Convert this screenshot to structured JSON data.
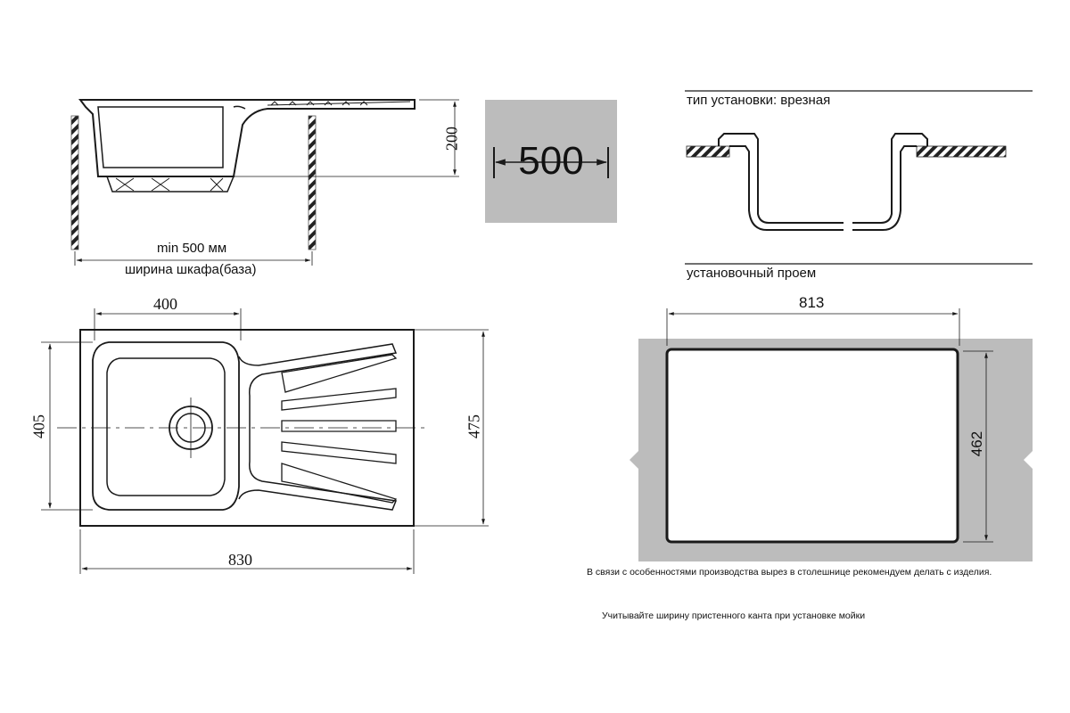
{
  "side_view": {
    "dim_height": "200",
    "cabinet_min": "min 500 мм",
    "cabinet_label": "ширина шкафа(база)"
  },
  "badge": {
    "value": "500"
  },
  "install": {
    "type_label": "тип установки: врезная",
    "opening_label": "установочный проем"
  },
  "top_view": {
    "dim_bowl_width": "400",
    "dim_bowl_depth": "405",
    "dim_total_depth": "475",
    "dim_total_width": "830"
  },
  "cutout": {
    "dim_width": "813",
    "dim_depth": "462"
  },
  "notes": {
    "note1": "В связи с особенностями производства вырез в столешнице рекомендуем делать с изделия.",
    "note2": "Учитывайте ширину пристенного канта при установке мойки"
  },
  "colors": {
    "panel_gray": "#bcbcbc",
    "line": "#1a1a1a"
  }
}
